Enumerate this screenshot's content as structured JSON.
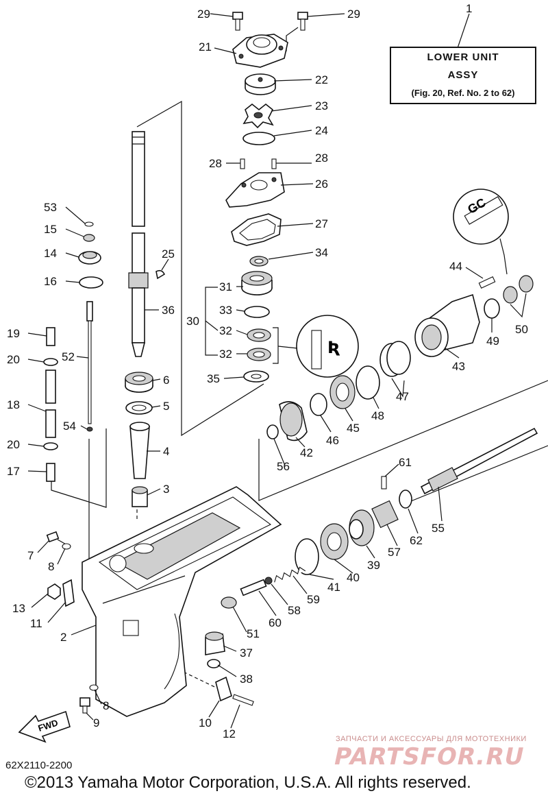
{
  "assembly": {
    "ref_number": "1",
    "title_line1": "LOWER UNIT",
    "title_line2": "ASSY",
    "reference": "(Fig. 20, Ref. No. 2 to 62)"
  },
  "callouts": {
    "c2": "2",
    "c3": "3",
    "c4": "4",
    "c5": "5",
    "c6": "6",
    "c7": "7",
    "c8a": "8",
    "c8b": "8",
    "c9": "9",
    "c10": "10",
    "c11": "11",
    "c12": "12",
    "c13": "13",
    "c14": "14",
    "c15": "15",
    "c16": "16",
    "c17": "17",
    "c18": "18",
    "c19": "19",
    "c20a": "20",
    "c20b": "20",
    "c21": "21",
    "c22": "22",
    "c23": "23",
    "c24": "24",
    "c25": "25",
    "c26": "26",
    "c27": "27",
    "c28a": "28",
    "c28b": "28",
    "c29a": "29",
    "c29b": "29",
    "c30": "30",
    "c31": "31",
    "c32a": "32",
    "c32b": "32",
    "c33": "33",
    "c34": "34",
    "c35": "35",
    "c36": "36",
    "c37": "37",
    "c38": "38",
    "c39": "39",
    "c40": "40",
    "c41": "41",
    "c42": "42",
    "c43": "43",
    "c44": "44",
    "c45": "45",
    "c46": "46",
    "c47": "47",
    "c48": "48",
    "c49": "49",
    "c50": "50",
    "c51": "51",
    "c52": "52",
    "c53": "53",
    "c54": "54",
    "c55": "55",
    "c56": "56",
    "c57": "57",
    "c58": "58",
    "c59": "59",
    "c60": "60",
    "c61": "61",
    "c62": "62"
  },
  "fwd_label": "FWD",
  "diagram_code": "62X2110-2200",
  "copyright": "©2013 Yamaha Motor Corporation, U.S.A. All rights reserved.",
  "watermark": {
    "tagline": "ЗАПЧАСТИ И АКСЕССУАРЫ ДЛЯ МОТОТЕХНИКИ",
    "site": "PARTSFOR.RU"
  }
}
